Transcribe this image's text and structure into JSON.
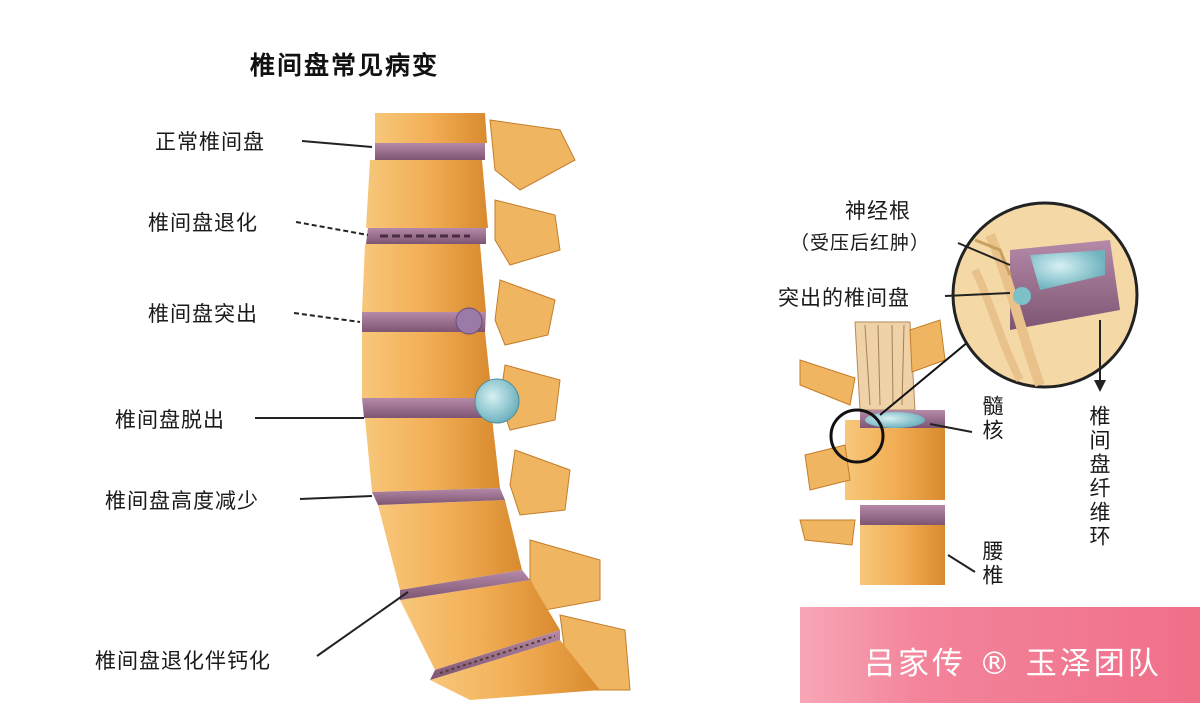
{
  "title": "椎间盘常见病变",
  "spine_labels": {
    "normal": "正常椎间盘",
    "degeneration": "椎间盘退化",
    "protrusion": "椎间盘突出",
    "prolapse": "椎间盘脱出",
    "height_loss": "椎间盘高度减少",
    "calcification": "椎间盘退化伴钙化"
  },
  "detail_labels": {
    "nerve_root": "神经根",
    "nerve_root_note": "（受压后红肿）",
    "herniated_disc": "突出的椎间盘",
    "nucleus": "髓核",
    "annulus": "椎间盘纤维环",
    "lumbar": "腰椎"
  },
  "watermark": "吕家传 ® 玉泽团队",
  "colors": {
    "bone": "#f2b25a",
    "bone_dark": "#d98a2e",
    "disc": "#9a6c8c",
    "nucleus": "#8ec9d2",
    "banner": "#f06f89"
  }
}
